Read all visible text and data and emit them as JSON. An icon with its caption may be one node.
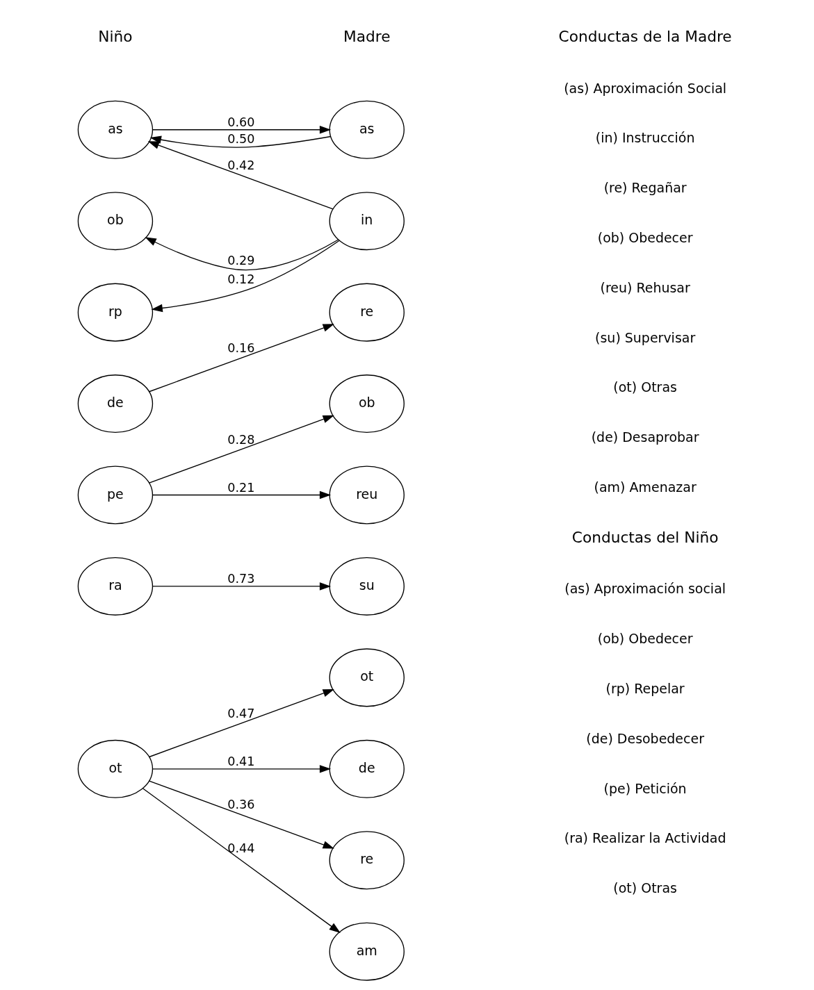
{
  "diagram": {
    "nodes": [
      {
        "text": [
          "as"
        ]
      },
      {
        "text": [
          "ob"
        ]
      },
      {
        "text": [
          "rp"
        ]
      },
      {
        "text": [
          "de"
        ]
      },
      {
        "text": [
          "pe"
        ]
      },
      {
        "text": [
          "ra"
        ]
      },
      {
        "text": [
          "ot"
        ]
      },
      {
        "text": [
          "as"
        ]
      },
      {
        "text": [
          "in"
        ]
      },
      {
        "text": [
          "re"
        ]
      },
      {
        "text": [
          "ob"
        ]
      },
      {
        "text": [
          "reu"
        ]
      },
      {
        "text": [
          "su"
        ]
      },
      {
        "text": [
          "ot"
        ]
      },
      {
        "text": [
          "de"
        ]
      },
      {
        "text": [
          "re"
        ]
      },
      {
        "text": [
          "am"
        ]
      }
    ],
    "edges": [
      {
        "from": 0,
        "to": 7,
        "arrow": "to",
        "label": "0.60"
      },
      {
        "from": 7,
        "to": 0,
        "arrow": "to",
        "label": "0.50"
      },
      {
        "from": 8,
        "to": 0,
        "arrow": "to",
        "label": "0.42"
      },
      {
        "from": 8,
        "to": 1,
        "arrow": "to",
        "label": "0.29"
      },
      {
        "from": 8,
        "to": 2,
        "arrow": "to",
        "label": "0.12"
      },
      {
        "from": 3,
        "to": 9,
        "arrow": "to",
        "label": "0.16"
      },
      {
        "from": 4,
        "to": 10,
        "arrow": "to",
        "label": "0.28"
      },
      {
        "from": 4,
        "to": 11,
        "arrow": "to",
        "label": "0.21"
      },
      {
        "from": 5,
        "to": 12,
        "arrow": "to",
        "label": "0.73"
      },
      {
        "from": 6,
        "to": 13,
        "arrow": "to",
        "label": "0.47"
      },
      {
        "from": 6,
        "to": 14,
        "arrow": "to",
        "label": "0.41"
      },
      {
        "from": 6,
        "to": 15,
        "arrow": "to",
        "label": "0.36"
      },
      {
        "from": 6,
        "to": 16,
        "arrow": "to",
        "label": "0.44"
      }
    ],
    "labels": [
      "Niño",
      "Madre",
      "Conductas de la Madre",
      "(as) Aproximación Social",
      "(in) Instrucción",
      "(re) Regañar",
      "(ob) Obedecer",
      "(reu) Rehusar",
      "(su) Supervisar",
      "(ot) Otras",
      "(de) Desaprobar",
      "(am) Amenazar",
      "Conductas del Niño",
      "(as) Aproximación social",
      "(ob) Obedecer",
      "(rp) Repelar",
      "(de) Desobedecer",
      "(pe) Petición",
      "(ra) Realizar la Actividad",
      "(ot) Otras"
    ]
  }
}
